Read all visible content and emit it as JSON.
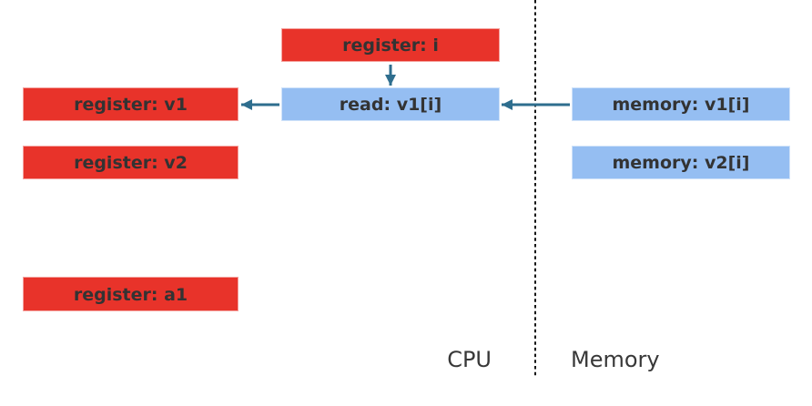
{
  "diagram": {
    "boxes": {
      "register_i": "register: i",
      "read_v1i": "read: v1[i]",
      "register_v1": "register: v1",
      "register_v2": "register: v2",
      "register_a1": "register: a1",
      "memory_v1i": "memory: v1[i]",
      "memory_v2i": "memory: v2[i]"
    },
    "labels": {
      "cpu": "CPU",
      "memory": "Memory"
    },
    "colors": {
      "register_fill": "#e8332a",
      "operation_fill": "#95bef2",
      "arrow": "#2e6e8e",
      "text": "#333333",
      "divider": "#111111"
    }
  }
}
